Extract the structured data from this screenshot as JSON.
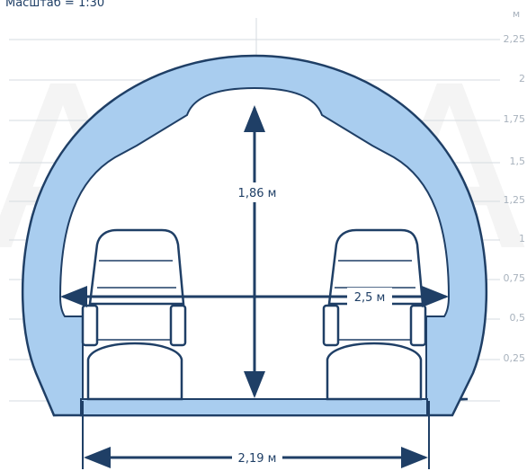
{
  "scale_label": "Масштаб = 1:30",
  "unit_label": "м",
  "ticks": [
    "2,25",
    "2",
    "1,75",
    "1,5",
    "1,25",
    "1",
    "0,75",
    "0,5",
    "0,25"
  ],
  "dimensions": {
    "height": "1,86 м",
    "cabin_width": "2,5 м",
    "floor_width": "2,19 м"
  },
  "watermark": "AVIA",
  "colors": {
    "fuselage_fill": "#a9cdef",
    "outline": "#1f3f66",
    "grid": "#d6dbe0",
    "tick": "#a8b2bd"
  }
}
